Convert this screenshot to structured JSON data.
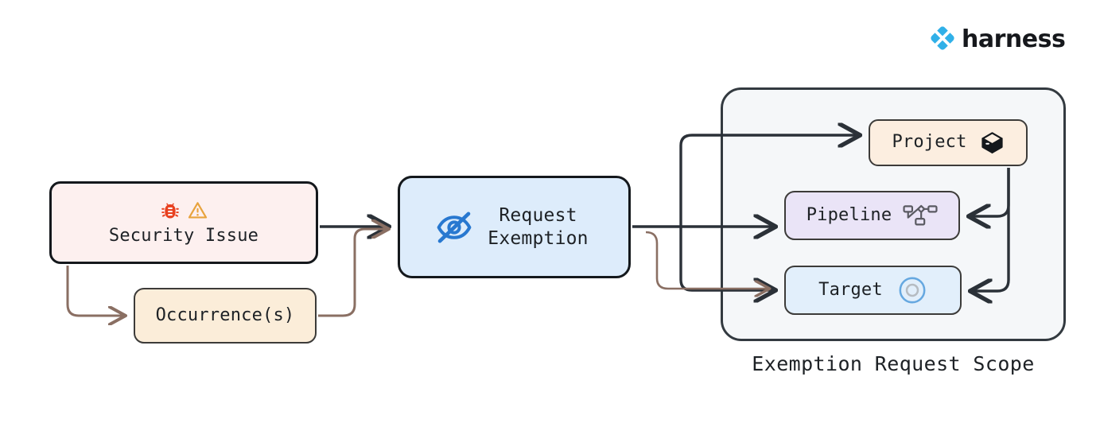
{
  "brand": {
    "name": "harness",
    "logo_icon": "harness-diamond-logo",
    "logo_color": "#30b0e8"
  },
  "diagram": {
    "type": "flow",
    "title": "",
    "nodes": [
      {
        "id": "security-issue",
        "label": "Security Issue",
        "icons": [
          "bug-icon",
          "warning-triangle-icon"
        ],
        "fill": "#fdf0ef",
        "stroke": "#14181c"
      },
      {
        "id": "occurrences",
        "label": "Occurrence(s)",
        "icons": [],
        "fill": "#fbedd9",
        "stroke": "#3c3b39"
      },
      {
        "id": "request-exemption",
        "label": "Request\nExemption",
        "label_line1": "Request",
        "label_line2": "Exemption",
        "icons": [
          "eye-off-icon"
        ],
        "fill": "#ddecfb",
        "stroke": "#14181c",
        "icon_color": "#2878d0"
      },
      {
        "id": "project",
        "label": "Project",
        "icons": [
          "cube-icon"
        ],
        "fill": "#fceee0",
        "stroke": "#3c3b39"
      },
      {
        "id": "pipeline",
        "label": "Pipeline",
        "icons": [
          "workflow-nodes-icon"
        ],
        "fill": "#eae4f7",
        "stroke": "#3c3b39"
      },
      {
        "id": "target",
        "label": "Target",
        "icons": [
          "concentric-circle-icon"
        ],
        "fill": "#e2effb",
        "stroke": "#3c3b39"
      }
    ],
    "groups": [
      {
        "id": "exemption-request-scope",
        "caption": "Exemption Request Scope",
        "fill": "#f5f7f9",
        "stroke": "#333a40",
        "members": [
          "project",
          "pipeline",
          "target"
        ]
      }
    ],
    "edges": [
      {
        "from": "security-issue",
        "to": "request-exemption",
        "color": "#2b3138"
      },
      {
        "from": "security-issue",
        "to": "occurrences",
        "color": "#8a6f63"
      },
      {
        "from": "occurrences",
        "to": "request-exemption",
        "color": "#8a6f63"
      },
      {
        "from": "request-exemption",
        "to": "project",
        "color": "#2b3138"
      },
      {
        "from": "request-exemption",
        "to": "pipeline",
        "color": "#2b3138"
      },
      {
        "from": "request-exemption",
        "to": "target",
        "color": "#2b3138"
      },
      {
        "from": "occurrences",
        "to": "target",
        "color": "#8a6f63"
      },
      {
        "from": "project",
        "to": "pipeline",
        "color": "#2b3138"
      },
      {
        "from": "project",
        "to": "target",
        "color": "#2b3138"
      }
    ],
    "colors": {
      "edge_dark": "#2b3138",
      "edge_brown": "#8a6f63",
      "bug_icon": "#e8401f",
      "warning_icon": "#e8a33d",
      "eye_off_icon": "#2878d0",
      "target_ring": "#66a8e0",
      "text": "#1d2125"
    }
  }
}
